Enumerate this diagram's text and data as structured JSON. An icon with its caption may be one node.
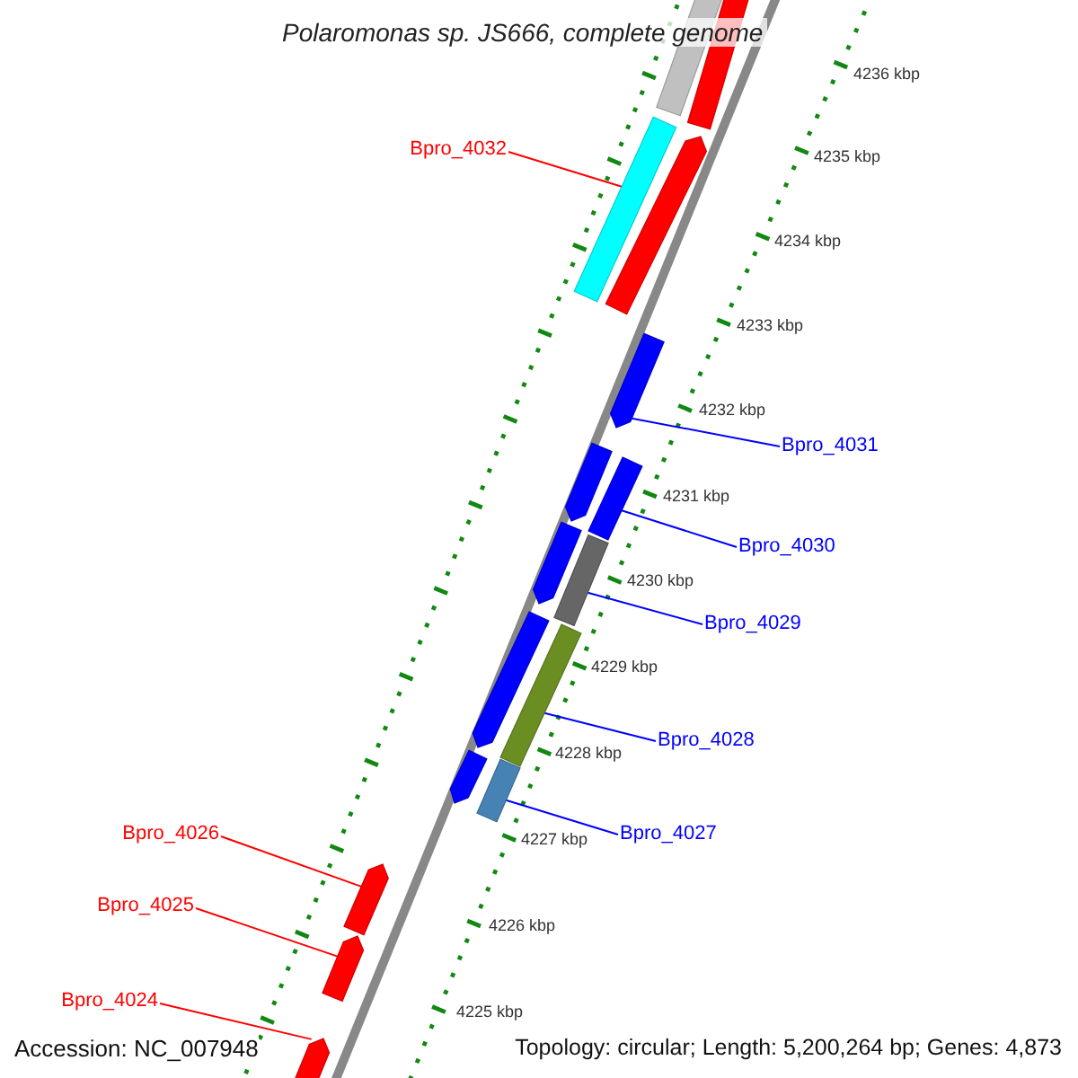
{
  "diagram": {
    "title": "Polaromonas sp. JS666, complete genome",
    "nodes": [
      {
        "text": [
          "Bpro_4032"
        ]
      },
      {
        "text": [
          "Bpro_4031"
        ]
      },
      {
        "text": [
          "Bpro_4030"
        ]
      },
      {
        "text": [
          "Bpro_4029"
        ]
      },
      {
        "text": [
          "Bpro_4028"
        ]
      },
      {
        "text": [
          "Bpro_4027"
        ]
      },
      {
        "text": [
          "Bpro_4026"
        ]
      },
      {
        "text": [
          "Bpro_4025"
        ]
      },
      {
        "text": [
          "Bpro_4024"
        ]
      },
      {
        "text": [],
        "shape": "bar"
      },
      {
        "text": [],
        "shape": "arrow"
      },
      {
        "text": [],
        "shape": "bar"
      },
      {
        "text": [],
        "shape": "bar"
      },
      {
        "text": [],
        "shape": "bar"
      },
      {
        "text": [],
        "shape": "bar"
      },
      {
        "text": [],
        "shape": "arrow"
      },
      {
        "text": [],
        "shape": "arrow"
      },
      {
        "text": [],
        "shape": "arrow"
      },
      {
        "text": [],
        "shape": "bar"
      },
      {
        "text": [],
        "shape": "arrow"
      },
      {
        "text": [],
        "shape": "arrow"
      },
      {
        "text": [],
        "shape": "arrow"
      },
      {
        "text": [],
        "shape": "arrow"
      },
      {
        "text": [],
        "shape": "arrow"
      },
      {
        "text": [],
        "shape": "arrow"
      }
    ],
    "edges": [
      {
        "from": 0,
        "to": 9,
        "arrow": "none",
        "color": "#ff0000"
      },
      {
        "from": 1,
        "to": 10,
        "arrow": "none"
      },
      {
        "from": 2,
        "to": 11,
        "arrow": "none"
      },
      {
        "from": 3,
        "to": 12,
        "arrow": "none"
      },
      {
        "from": 4,
        "to": 13,
        "arrow": "none"
      },
      {
        "from": 5,
        "to": 14,
        "arrow": "none"
      },
      {
        "from": 6,
        "to": 15,
        "arrow": "none",
        "color": "#ff0000"
      },
      {
        "from": 7,
        "to": 16,
        "arrow": "none",
        "color": "#ff0000"
      },
      {
        "from": 8,
        "to": 17,
        "arrow": "none",
        "color": "#ff0000"
      }
    ],
    "labels": [
      "4236 kbp",
      "4235 kbp",
      "4234 kbp",
      "4233 kbp",
      "4232 kbp",
      "4231 kbp",
      "4230 kbp",
      "4229 kbp",
      "4228 kbp",
      "4227 kbp",
      "4226 kbp",
      "4225 kbp",
      "Accession: NC_007948",
      "Topology: circular; Length: 5,200,264 bp; Genes: 4,873"
    ]
  }
}
